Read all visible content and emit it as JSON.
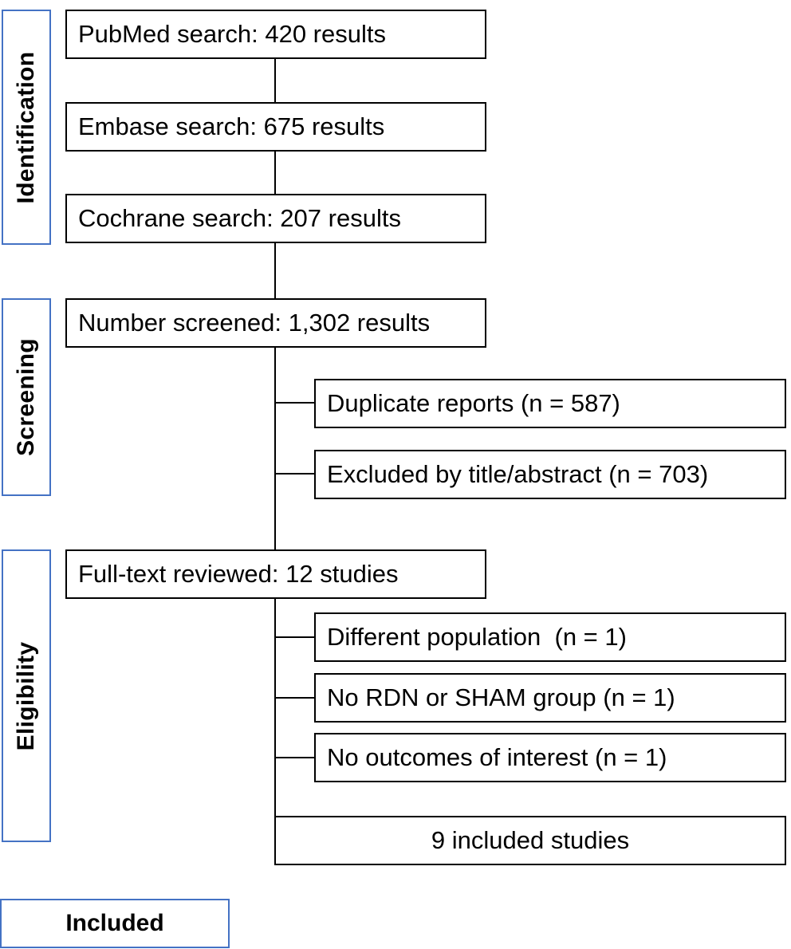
{
  "stages": {
    "identification": "Identification",
    "screening": "Screening",
    "eligibility": "Eligibility",
    "included": "Included"
  },
  "boxes": {
    "pubmed": "PubMed search: 420 results",
    "embase": "Embase search: 675 results",
    "cochrane": "Cochrane search: 207 results",
    "screened": "Number screened: 1,302 results",
    "duplicates": "Duplicate reports (n = 587)",
    "excluded_title": "Excluded by title/abstract (n = 703)",
    "fulltext": "Full-text reviewed: 12 studies",
    "diff_population": "Different population  (n = 1)",
    "no_rdn_sham": "No RDN or SHAM group (n = 1)",
    "no_outcomes": "No outcomes of interest (n = 1)",
    "included_studies": "9 included studies"
  },
  "colors": {
    "stage_border": "#4472c4",
    "box_border": "#000000"
  }
}
